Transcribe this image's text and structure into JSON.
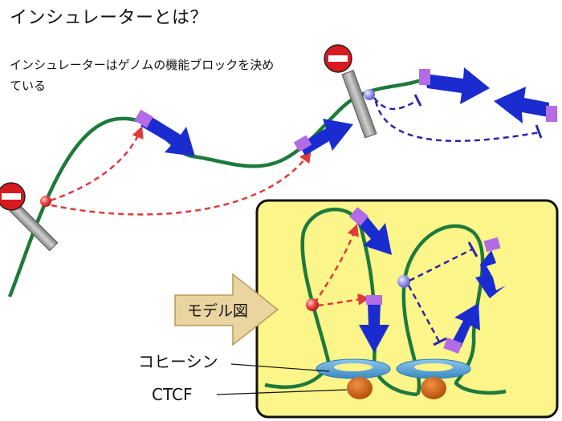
{
  "title": "インシュレーターとは？",
  "subtitle": "インシュレーターはゲノムの機能ブロックを決めている",
  "model_label": "モデル図",
  "cohesin_label": "コヒーシン",
  "ctcf_label": "CTCF",
  "colors": {
    "chromatin": "#1e7a3c",
    "gene_arrow": "#1a2ccf",
    "promoter": "#b36be6",
    "enhancer": "#e03a3a",
    "silencer": "#6a6ad8",
    "insulator_sign": "#d71920",
    "model_box": "#fbf58a",
    "cohesin": "#4a9fd6",
    "ctcf": "#d3620f",
    "model_arrow": "#ead4a0"
  },
  "icons": [
    "no-entry-sign-icon",
    "insulator-bar-icon",
    "enhancer-dot-icon",
    "silencer-dot-icon"
  ]
}
